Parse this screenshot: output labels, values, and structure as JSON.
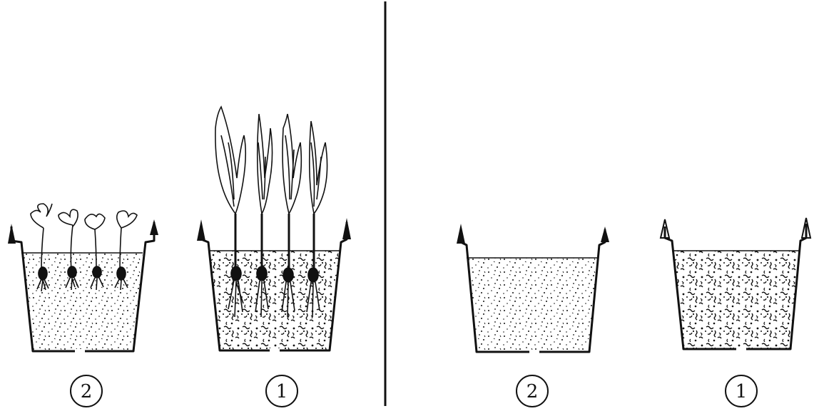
{
  "panels": [
    {
      "name": "left-panel",
      "pots": [
        {
          "label": "2",
          "soil": "fine-dotted",
          "plants": "small-sprouts",
          "plant_count": 4
        },
        {
          "label": "1",
          "soil": "coarse-textured",
          "plants": "tall-seedlings",
          "plant_count": 4
        }
      ]
    },
    {
      "name": "right-panel",
      "pots": [
        {
          "label": "2",
          "soil": "fine-dotted",
          "plants": "none",
          "plant_count": 0
        },
        {
          "label": "1",
          "soil": "coarse-textured",
          "plants": "none",
          "plant_count": 0
        }
      ]
    }
  ],
  "colors": {
    "ink": "#111111",
    "background": "#ffffff"
  }
}
